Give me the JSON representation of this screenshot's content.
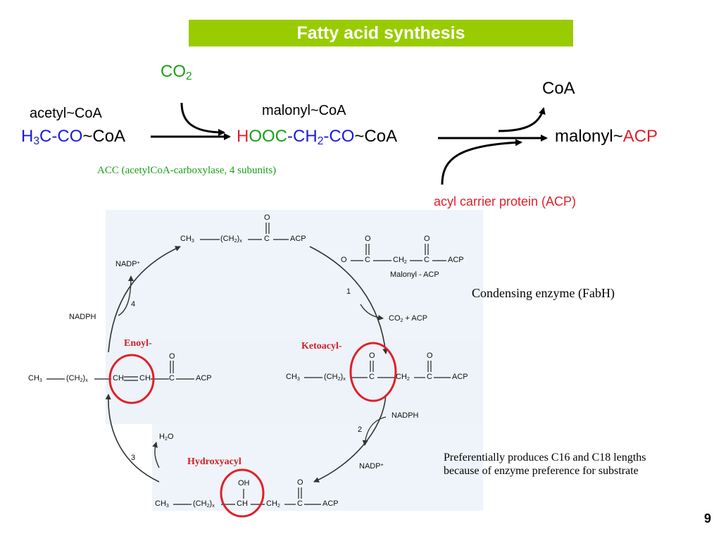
{
  "title": "Fatty acid synthesis",
  "top": {
    "co2": {
      "base": "CO",
      "sub": "2"
    },
    "coa_out": "CoA",
    "acetyl_label": "acetyl~CoA",
    "acetyl_formula": {
      "p1": "H",
      "p1sub": "3",
      "p2": "C-",
      "p3": "CO",
      "p4": "~CoA"
    },
    "malonyl_label": "malonyl~CoA",
    "malonyl_formula": {
      "p1": "H",
      "p2": "OOC",
      "p3": "-",
      "p4": "CH",
      "p4sub": "2",
      "p5": "-",
      "p6": "CO",
      "p7": "~CoA"
    },
    "malonyl_acp": {
      "p1": "malonyl~",
      "p2": "ACP"
    },
    "acc_label": "ACC (acetylCoA-carboxylase, 4 subunits)",
    "acp_label": "acyl carrier protein (ACP)"
  },
  "cycle": {
    "top_row": {
      "a": "CH",
      "asub": "3",
      "b": "(CH",
      "bsub": "2",
      "bsub2": "x",
      "c": "C",
      "d": "ACP",
      "o": "O"
    },
    "malonyl_acp_struct": {
      "a": "O",
      "b": "C",
      "c": "CH",
      "csub": "2",
      "d": "C",
      "e": "ACP",
      "o": "O",
      "label": "Malonyl - ACP"
    },
    "step1": "1",
    "co2_acp": {
      "a": "CO",
      "asub": "2",
      "b": "+ ACP"
    },
    "nadp_top": {
      "base": "NADP",
      "sup": "+"
    },
    "nadph_left": "NADPH",
    "step4": "4",
    "enoyl": "Enoyl-",
    "ketoacyl": "Ketoacyl-",
    "enoyl_row": {
      "a": "CH",
      "asub": "3",
      "b": "(CH",
      "bsub": "2",
      "bsub2": "x",
      "c": "CH",
      "d": "CH",
      "e": "C",
      "f": "ACP",
      "o": "O"
    },
    "keto_row": {
      "a": "CH",
      "asub": "3",
      "b": "(CH",
      "bsub": "2",
      "bsub2": "x",
      "c": "C",
      "d": "CH",
      "dsub": "2",
      "e": "C",
      "f": "ACP",
      "o": "O"
    },
    "nadph_right": "NADPH",
    "step2": "2",
    "nadp_bottom": {
      "base": "NADP",
      "sup": "+"
    },
    "h2o": {
      "a": "H",
      "asub": "2",
      "b": "O"
    },
    "step3": "3",
    "hydroxyacyl": "Hydroxyacyl",
    "hydroxy_row": {
      "a": "CH",
      "asub": "3",
      "b": "(CH",
      "bsub": "2",
      "bsub2": "x",
      "c": "CH",
      "d": "CH",
      "dsub": "2",
      "e": "C",
      "f": "ACP",
      "oh": "OH",
      "o": "O"
    }
  },
  "condensing": "Condensing enzyme (FabH)",
  "preference_note": "Preferentially produces C16 and C18 lengths because of enzyme preference for substrate",
  "page_number": "9",
  "colors": {
    "banner": "#99cc00",
    "blue": "#1a1adb",
    "green": "#18a018",
    "red": "#e0202a",
    "panel": "#eef4f9"
  }
}
